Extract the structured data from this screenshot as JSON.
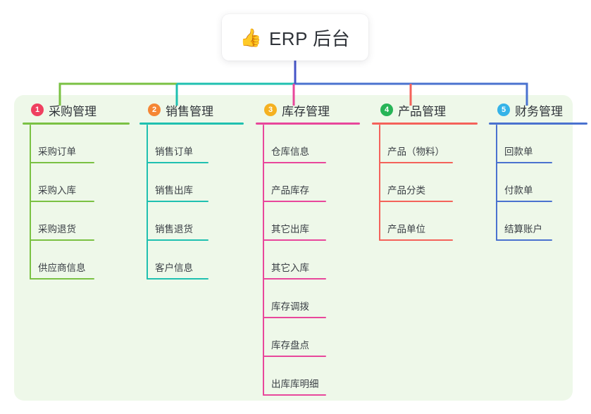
{
  "root": {
    "icon": "thumbs-up-icon",
    "emoji": "👍",
    "title": "ERP 后台"
  },
  "palette": {
    "panel_background": "#eef8e9",
    "canvas_background": "#ffffff",
    "root_link": "#4655c8",
    "text": "#2f3339"
  },
  "columns": [
    {
      "number": "1",
      "title": "采购管理",
      "badge_color": "#ef4060",
      "line_color": "#7ac143",
      "items": [
        {
          "label": "采购订单"
        },
        {
          "label": "采购入库"
        },
        {
          "label": "采购退货"
        },
        {
          "label": "供应商信息"
        }
      ]
    },
    {
      "number": "2",
      "title": "销售管理",
      "badge_color": "#f58634",
      "line_color": "#1fc0b0",
      "items": [
        {
          "label": "销售订单"
        },
        {
          "label": "销售出库"
        },
        {
          "label": "销售退货"
        },
        {
          "label": "客户信息"
        }
      ]
    },
    {
      "number": "3",
      "title": "库存管理",
      "badge_color": "#f5b121",
      "line_color": "#e8479b",
      "items": [
        {
          "label": "仓库信息"
        },
        {
          "label": "产品库存"
        },
        {
          "label": "其它出库"
        },
        {
          "label": "其它入库"
        },
        {
          "label": "库存调拨"
        },
        {
          "label": "库存盘点"
        },
        {
          "label": "出库库明细"
        }
      ]
    },
    {
      "number": "4",
      "title": "产品管理",
      "badge_color": "#27b457",
      "line_color": "#f4625a",
      "items": [
        {
          "label": "产品（物料）"
        },
        {
          "label": "产品分类"
        },
        {
          "label": "产品单位"
        }
      ]
    },
    {
      "number": "5",
      "title": "财务管理",
      "badge_color": "#35b3e8",
      "line_color": "#4a72cf",
      "items": [
        {
          "label": "回款单"
        },
        {
          "label": "付款单"
        },
        {
          "label": "结算账户"
        }
      ]
    }
  ]
}
